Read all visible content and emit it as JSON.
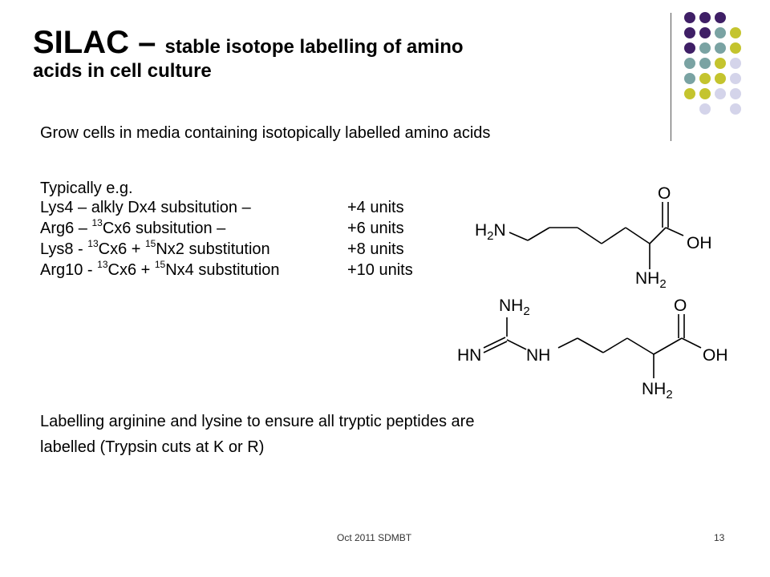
{
  "slide": {
    "title_main": "SILAC – ",
    "title_rest": "stable isotope labelling of amino",
    "title_line2": "acids in cell culture",
    "intro": "Grow cells in media containing isotopically labelled amino acids",
    "typically": "Typically e.g.",
    "rows": [
      {
        "pre": "Lys4 – alkly Dx4 subsitution –",
        "value": "+4 units"
      },
      {
        "pre": "Arg6 – ",
        "iso1": "13",
        "mid": "Cx6 subsitution –",
        "value": "+6 units"
      },
      {
        "pre": "Lys8 - ",
        "iso1": "13",
        "mid": "Cx6 + ",
        "iso2": "15",
        "post": "Nx2 substitution",
        "value": "+8 units"
      },
      {
        "pre": "Arg10 - ",
        "iso1": "13",
        "mid": "Cx6 + ",
        "iso2": "15",
        "post": "Nx4 substitution",
        "value": "+10 units"
      }
    ],
    "conclusion_line1": "Labelling arginine and lysine to ensure all tryptic peptides are",
    "conclusion_line2": "labelled (Trypsin cuts at K or R)"
  },
  "lysine": {
    "atom_h": "H",
    "atom_h_sub": "2",
    "atom_n": "N",
    "atom_o": "O",
    "atom_oh": "OH",
    "atom_nh": "NH",
    "atom_nh_sub": "2"
  },
  "arginine": {
    "atom_nh2_top": "NH",
    "atom_nh2_top_sub": "2",
    "atom_hn": "HN",
    "atom_nh": "NH",
    "atom_o": "O",
    "atom_oh": "OH",
    "atom_nh2_bottom": "NH",
    "atom_nh2_bottom_sub": "2"
  },
  "footer": {
    "left": "Oct 2011 SDMBT",
    "page": "13"
  },
  "colors": {
    "purple": "#3f1f66",
    "teal": "#7aa3a3",
    "olive": "#c4c42e",
    "lavender": "#d4d4ea"
  }
}
